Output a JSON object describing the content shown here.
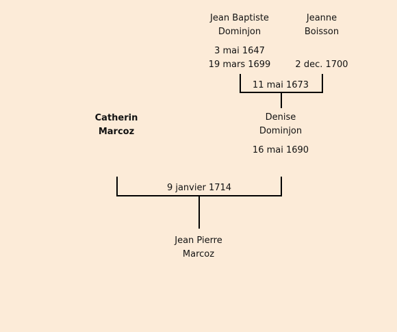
{
  "tree": {
    "jean_baptiste": {
      "first_name": "Jean Baptiste",
      "last_name": "Dominjon",
      "birth": "3 mai 1647",
      "death": "19 mars 1699"
    },
    "jeanne": {
      "first_name": "Jeanne",
      "last_name": "Boisson",
      "death": "2 dec. 1700"
    },
    "marriage_1": "11 mai 1673",
    "denise": {
      "first_name": "Denise",
      "last_name": "Dominjon",
      "birth": "16 mai 1690"
    },
    "catherin": {
      "first_name": "Catherin",
      "last_name": "Marcoz"
    },
    "marriage_2": "9 janvier 1714",
    "jean_pierre": {
      "first_name": "Jean Pierre",
      "last_name": "Marcoz"
    }
  }
}
